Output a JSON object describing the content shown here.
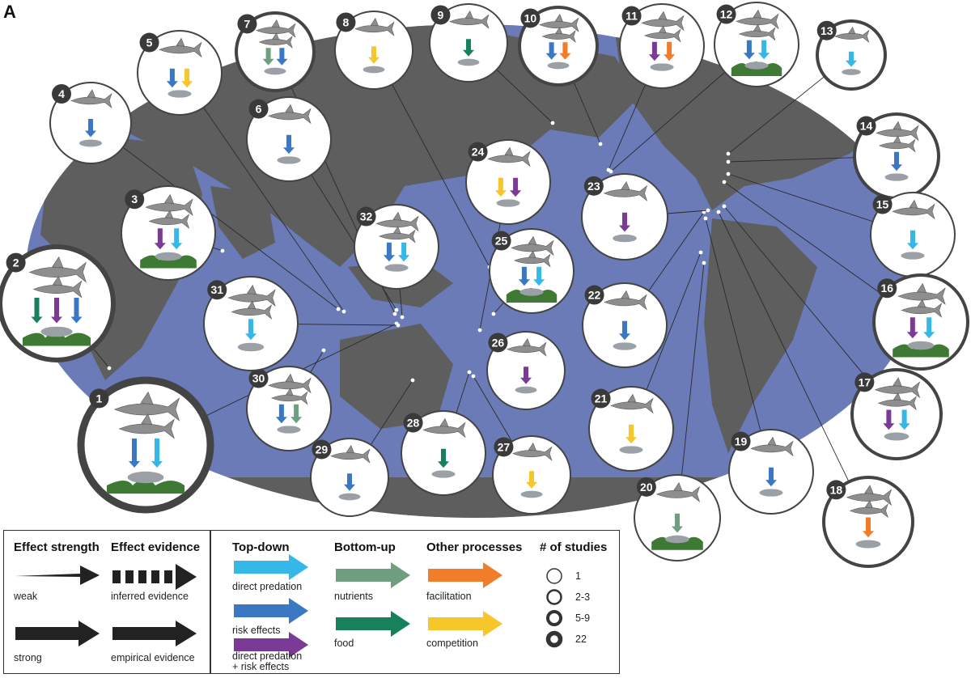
{
  "panel_label": "A",
  "colors": {
    "ocean": "#6a7bb8",
    "land": "#5e5e5e",
    "direct_predation": "#35b8e8",
    "risk_effects": "#3a78c4",
    "predation_risk": "#7a3a96",
    "nutrients": "#6f9f7e",
    "food": "#17815c",
    "facilitation": "#f07d2a",
    "competition": "#f6c62a",
    "node_ring": "#444444"
  },
  "nodes": [
    {
      "num": "1",
      "studies": "22",
      "icons": [
        "shark-icon",
        "bird-icon",
        "dolphin-icon",
        "dugong-icon",
        "turtle-icon",
        "ray-icon",
        "seagrass-icon"
      ],
      "arrows": [
        "risk_effects",
        "direct_predation"
      ]
    },
    {
      "num": "2",
      "studies": "5-9",
      "icons": [
        "orca-icon",
        "shark-icon",
        "seal-icon",
        "seagrass-icon"
      ],
      "arrows": [
        "food",
        "predation_risk",
        "risk_effects"
      ]
    },
    {
      "num": "3",
      "studies": "1",
      "icons": [
        "shark-icon",
        "turtle-icon",
        "seagrass-icon"
      ],
      "arrows": [
        "predation_risk",
        "direct_predation"
      ]
    },
    {
      "num": "4",
      "studies": "1",
      "icons": [
        "shark-icon",
        "fish-icon"
      ],
      "arrows": [
        "risk_effects"
      ]
    },
    {
      "num": "5",
      "studies": "1",
      "icons": [
        "shark-icon",
        "fish-icon"
      ],
      "arrows": [
        "risk_effects",
        "competition"
      ]
    },
    {
      "num": "6",
      "studies": "1",
      "icons": [
        "shark-icon",
        "fish-icon"
      ],
      "arrows": [
        "risk_effects"
      ]
    },
    {
      "num": "7",
      "studies": "2-3",
      "icons": [
        "shark-icon",
        "fish-icon",
        "coral-icon"
      ],
      "arrows": [
        "nutrients",
        "risk_effects"
      ]
    },
    {
      "num": "8",
      "studies": "1",
      "icons": [
        "shark-icon",
        "shark-icon"
      ],
      "arrows": [
        "competition"
      ]
    },
    {
      "num": "9",
      "studies": "1",
      "icons": [
        "orca-icon",
        "shark-icon"
      ],
      "arrows": [
        "food"
      ]
    },
    {
      "num": "10",
      "studies": "2-3",
      "icons": [
        "shark-icon",
        "walrus-icon",
        "fish-icon"
      ],
      "arrows": [
        "risk_effects",
        "facilitation"
      ]
    },
    {
      "num": "11",
      "studies": "1",
      "icons": [
        "shark-icon",
        "otter-icon",
        "urchin-icon",
        "kelp-icon"
      ],
      "arrows": [
        "predation_risk",
        "facilitation"
      ]
    },
    {
      "num": "12",
      "studies": "1",
      "icons": [
        "shark-icon",
        "otter-icon",
        "crab-icon",
        "seagrass-icon"
      ],
      "arrows": [
        "risk_effects",
        "direct_predation"
      ]
    },
    {
      "num": "13",
      "studies": "2-3",
      "icons": [
        "shark-icon",
        "seal-icon"
      ],
      "arrows": [
        "direct_predation"
      ]
    },
    {
      "num": "14",
      "studies": "2-3",
      "icons": [
        "shark-icon",
        "seal-icon",
        "shark-icon",
        "fish-icon"
      ],
      "arrows": [
        "risk_effects"
      ]
    },
    {
      "num": "15",
      "studies": "1",
      "icons": [
        "shark-icon",
        "fish-icon"
      ],
      "arrows": [
        "direct_predation"
      ]
    },
    {
      "num": "16",
      "studies": "2-3",
      "icons": [
        "shark-icon",
        "turtle-icon",
        "seagrass-icon"
      ],
      "arrows": [
        "predation_risk",
        "direct_predation"
      ]
    },
    {
      "num": "17",
      "studies": "2-3",
      "icons": [
        "shark-icon",
        "ray-icon",
        "scallop-icon"
      ],
      "arrows": [
        "predation_risk",
        "direct_predation"
      ]
    },
    {
      "num": "18",
      "studies": "2-3",
      "icons": [
        "shark-icon",
        "tuna-icon",
        "globe-icon"
      ],
      "arrows": [
        "facilitation"
      ]
    },
    {
      "num": "19",
      "studies": "1",
      "icons": [
        "shark-icon",
        "fish-icon"
      ],
      "arrows": [
        "risk_effects"
      ]
    },
    {
      "num": "20",
      "studies": "1",
      "icons": [
        "shark-icon",
        "seagrass-icon"
      ],
      "arrows": [
        "nutrients"
      ]
    },
    {
      "num": "21",
      "studies": "1",
      "icons": [
        "shark-icon",
        "dolphin-icon"
      ],
      "arrows": [
        "competition"
      ]
    },
    {
      "num": "22",
      "studies": "1",
      "icons": [
        "shark-icon",
        "ray-icon"
      ],
      "arrows": [
        "risk_effects"
      ]
    },
    {
      "num": "23",
      "studies": "1",
      "icons": [
        "shark-icon",
        "eel-icon"
      ],
      "arrows": [
        "predation_risk"
      ]
    },
    {
      "num": "24",
      "studies": "1",
      "icons": [
        "shark-icon",
        "fish-icon"
      ],
      "arrows": [
        "competition",
        "predation_risk"
      ]
    },
    {
      "num": "25",
      "studies": "1",
      "icons": [
        "shark-icon",
        "fish-icon",
        "seagrass-icon"
      ],
      "arrows": [
        "risk_effects",
        "direct_predation"
      ]
    },
    {
      "num": "26",
      "studies": "1",
      "icons": [
        "shark-icon",
        "ray-icon"
      ],
      "arrows": [
        "predation_risk"
      ]
    },
    {
      "num": "27",
      "studies": "1",
      "icons": [
        "shark-icon",
        "dolphin-icon"
      ],
      "arrows": [
        "competition"
      ]
    },
    {
      "num": "28",
      "studies": "1",
      "icons": [
        "orca-icon",
        "shark-icon"
      ],
      "arrows": [
        "food"
      ]
    },
    {
      "num": "29",
      "studies": "1",
      "icons": [
        "shark-icon",
        "fish-icon"
      ],
      "arrows": [
        "risk_effects"
      ]
    },
    {
      "num": "30",
      "studies": "1",
      "icons": [
        "shark-icon",
        "fish-icon",
        "coral-icon"
      ],
      "arrows": [
        "risk_effects",
        "nutrients"
      ]
    },
    {
      "num": "31",
      "studies": "1",
      "icons": [
        "shark-icon",
        "fish-icon",
        "coral-icon"
      ],
      "arrows": [
        "direct_predation"
      ]
    },
    {
      "num": "32",
      "studies": "1",
      "icons": [
        "shark-icon",
        "fish-icon",
        "kelp-icon"
      ],
      "arrows": [
        "risk_effects",
        "direct_predation"
      ]
    }
  ],
  "legend": {
    "strength": {
      "title": "Effect strength",
      "weak": "weak",
      "strong": "strong"
    },
    "evidence": {
      "title": "Effect evidence",
      "inferred": "inferred evidence",
      "empirical": "empirical evidence"
    },
    "top_down": {
      "title": "Top-down",
      "direct": "direct predation",
      "risk": "risk effects",
      "both_1": "direct predation",
      "both_2": "+ risk effects"
    },
    "bottom_up": {
      "title": "Bottom-up",
      "nutrients": "nutrients",
      "food": "food"
    },
    "other": {
      "title": "Other processes",
      "facilitation": "facilitation",
      "competition": "competition"
    },
    "studies": {
      "title": "# of studies",
      "levels": [
        "1",
        "2-3",
        "5-9",
        "22"
      ]
    }
  }
}
